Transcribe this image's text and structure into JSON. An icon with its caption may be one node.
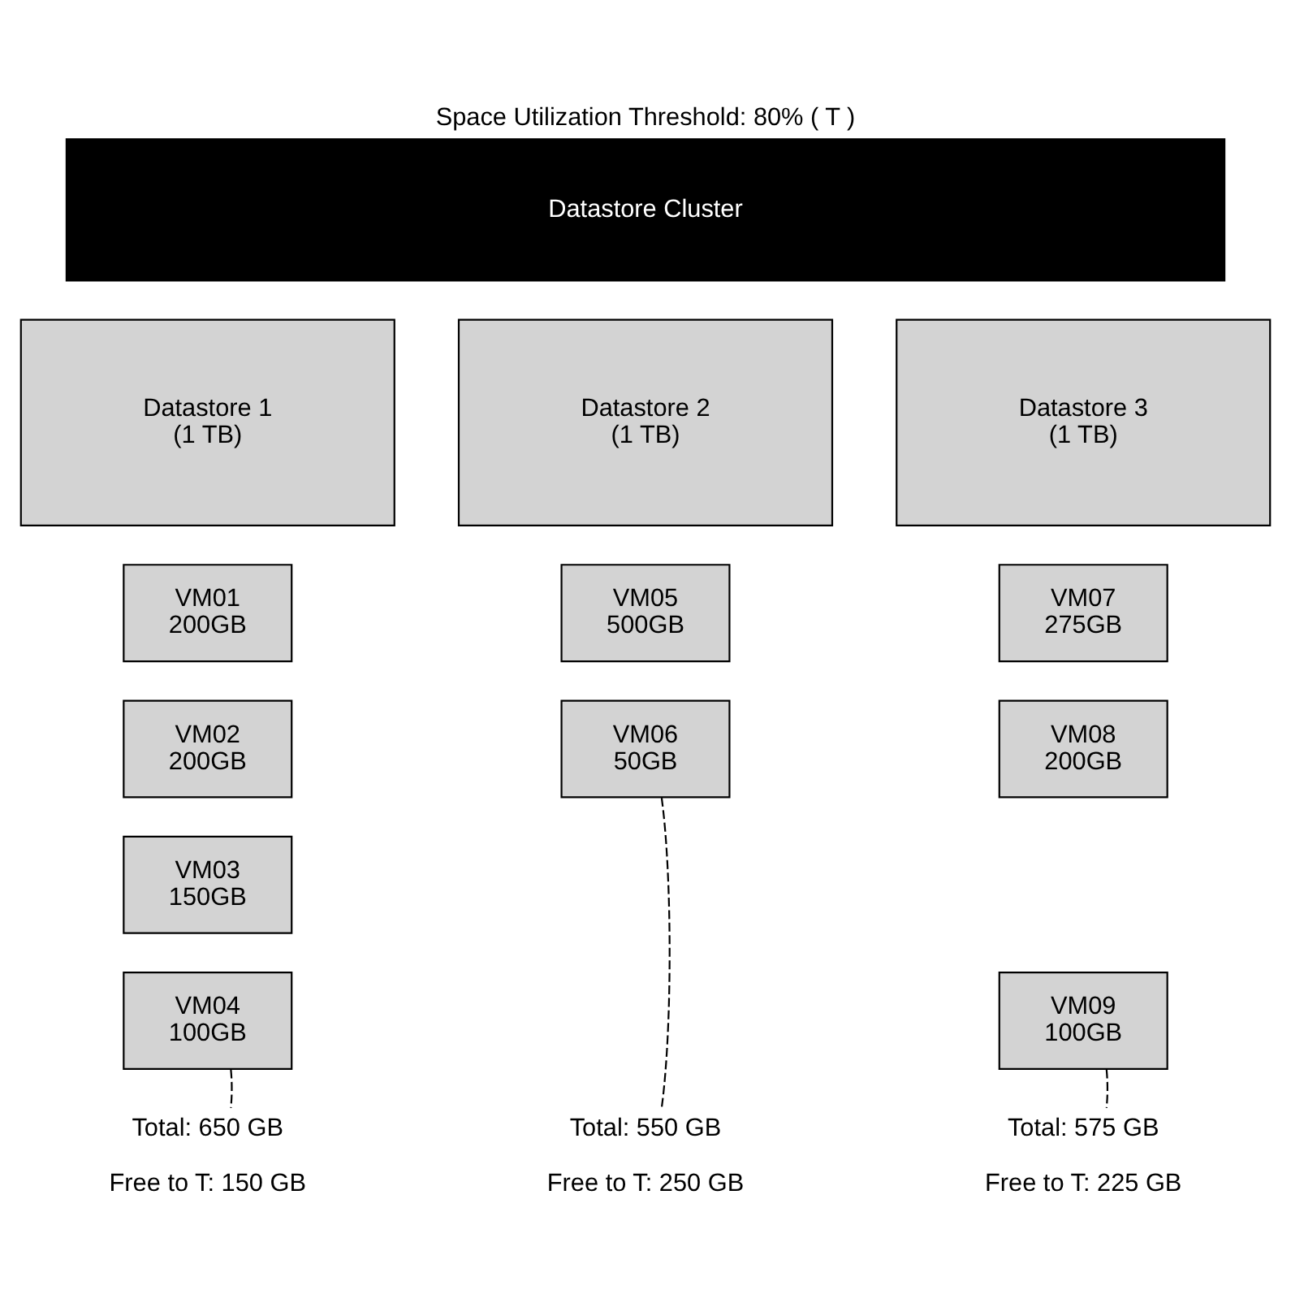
{
  "diagram": {
    "title": "Space Utilization Threshold: 80% ( T )",
    "nodes": [
      {
        "text": [
          "Datastore Cluster"
        ]
      },
      {
        "text": [
          "Datastore 1 (1 TB)"
        ]
      },
      {
        "text": [
          "Datastore 2 (1 TB)"
        ]
      },
      {
        "text": [
          "Datastore 3 (1 TB)"
        ]
      },
      {
        "text": [
          "VM01 200GB"
        ]
      },
      {
        "text": [
          "VM05 500GB"
        ]
      },
      {
        "text": [
          "VM07 275GB"
        ]
      },
      {
        "text": [
          "VM02 200GB"
        ]
      },
      {
        "text": [
          "VM06 50GB"
        ]
      },
      {
        "text": [
          "VM08 200GB"
        ]
      },
      {
        "text": [
          "VM03 150GB"
        ]
      },
      {
        "text": [
          "VM09 100GB"
        ]
      },
      {
        "text": [
          "VM04 100GB"
        ]
      },
      {
        "text": [
          "Total: 650 GB",
          "Free to T: 150 GB"
        ]
      },
      {
        "text": [
          "Total: 550 GB",
          "Free to T: 250 GB"
        ]
      },
      {
        "text": [
          "Total: 575 GB",
          "Free to T: 225 GB"
        ]
      }
    ],
    "edges": [
      {
        "from": 12,
        "to": 13,
        "arrow": "none",
        "style": "dashed"
      },
      {
        "from": 8,
        "to": 14,
        "arrow": "none",
        "style": "dashed"
      },
      {
        "from": 11,
        "to": 15,
        "arrow": "none",
        "style": "dashed"
      }
    ]
  }
}
